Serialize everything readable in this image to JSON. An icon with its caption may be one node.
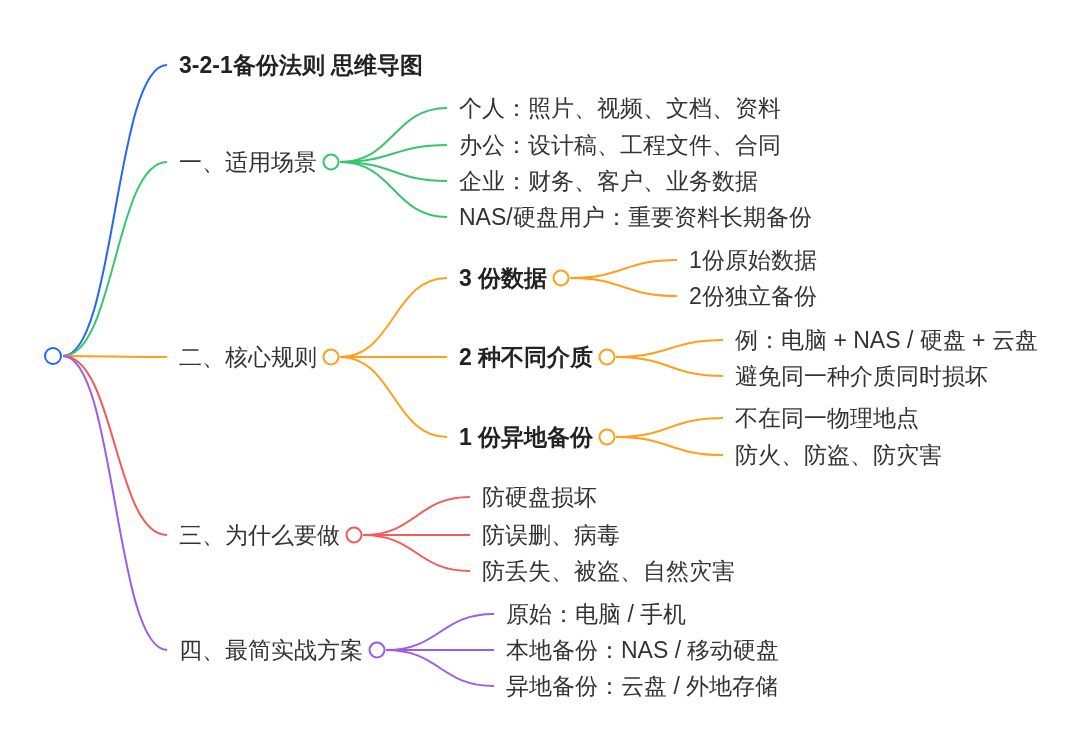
{
  "diagram": {
    "nodes": [
      {
        "text": [],
        "shape": "circle"
      },
      {
        "text": [
          "3-2-1备份法则 思维导图"
        ]
      },
      {
        "text": [
          "一、适用场景"
        ]
      },
      {
        "text": [
          "个人：照片、视频、文档、资料"
        ]
      },
      {
        "text": [
          "办公：设计稿、工程文件、合同"
        ]
      },
      {
        "text": [
          "企业：财务、客户、业务数据"
        ]
      },
      {
        "text": [
          "NAS/硬盘用户：重要资料长期备份"
        ]
      },
      {
        "text": [
          "二、核心规则"
        ]
      },
      {
        "text": [
          "3 份数据"
        ]
      },
      {
        "text": [
          "1份原始数据"
        ]
      },
      {
        "text": [
          "2份独立备份"
        ]
      },
      {
        "text": [
          "2 种不同介质"
        ]
      },
      {
        "text": [
          "例：电脑 + NAS / 硬盘 + 云盘"
        ]
      },
      {
        "text": [
          "避免同一种介质同时损坏"
        ]
      },
      {
        "text": [
          "1 份异地备份"
        ]
      },
      {
        "text": [
          "不在同一物理地点"
        ]
      },
      {
        "text": [
          "防火、防盗、防灾害"
        ]
      },
      {
        "text": [
          "三、为什么要做"
        ]
      },
      {
        "text": [
          "防硬盘损坏"
        ]
      },
      {
        "text": [
          "防误删、病毒"
        ]
      },
      {
        "text": [
          "防丢失、被盗、自然灾害"
        ]
      },
      {
        "text": [
          "四、最简实战方案"
        ]
      },
      {
        "text": [
          "原始：电脑 / 手机"
        ]
      },
      {
        "text": [
          "本地备份：NAS / 移动硬盘"
        ]
      },
      {
        "text": [
          "异地备份：云盘 / 外地存储"
        ]
      }
    ],
    "edges": [
      {
        "from": 0,
        "to": 1,
        "arrow": "none",
        "color": "#2266ff"
      },
      {
        "from": 0,
        "to": 2,
        "arrow": "none",
        "color": "#36c66f"
      },
      {
        "from": 2,
        "to": 3,
        "arrow": "none",
        "color": "#36c66f"
      },
      {
        "from": 2,
        "to": 4,
        "arrow": "none",
        "color": "#36c66f"
      },
      {
        "from": 2,
        "to": 5,
        "arrow": "none",
        "color": "#36c66f"
      },
      {
        "from": 2,
        "to": 6,
        "arrow": "none",
        "color": "#36c66f"
      },
      {
        "from": 0,
        "to": 7,
        "arrow": "none"
      },
      {
        "from": 7,
        "to": 8,
        "arrow": "none"
      },
      {
        "from": 8,
        "to": 9,
        "arrow": "none"
      },
      {
        "from": 8,
        "to": 10,
        "arrow": "none"
      },
      {
        "from": 7,
        "to": 11,
        "arrow": "none"
      },
      {
        "from": 11,
        "to": 12,
        "arrow": "none"
      },
      {
        "from": 11,
        "to": 13,
        "arrow": "none"
      },
      {
        "from": 7,
        "to": 14,
        "arrow": "none"
      },
      {
        "from": 14,
        "to": 15,
        "arrow": "none"
      },
      {
        "from": 14,
        "to": 16,
        "arrow": "none"
      },
      {
        "from": 0,
        "to": 17,
        "arrow": "none",
        "color": "#f45a5a"
      },
      {
        "from": 17,
        "to": 18,
        "arrow": "none",
        "color": "#f45a5a"
      },
      {
        "from": 17,
        "to": 19,
        "arrow": "none",
        "color": "#f45a5a"
      },
      {
        "from": 17,
        "to": 20,
        "arrow": "none",
        "color": "#f45a5a"
      },
      {
        "from": 0,
        "to": 21,
        "arrow": "none",
        "color": "#9d5ce6"
      },
      {
        "from": 21,
        "to": 22,
        "arrow": "none",
        "color": "#9d5ce6"
      },
      {
        "from": 21,
        "to": 23,
        "arrow": "none",
        "color": "#9d5ce6"
      },
      {
        "from": 21,
        "to": 24,
        "arrow": "none",
        "color": "#9d5ce6"
      }
    ]
  }
}
